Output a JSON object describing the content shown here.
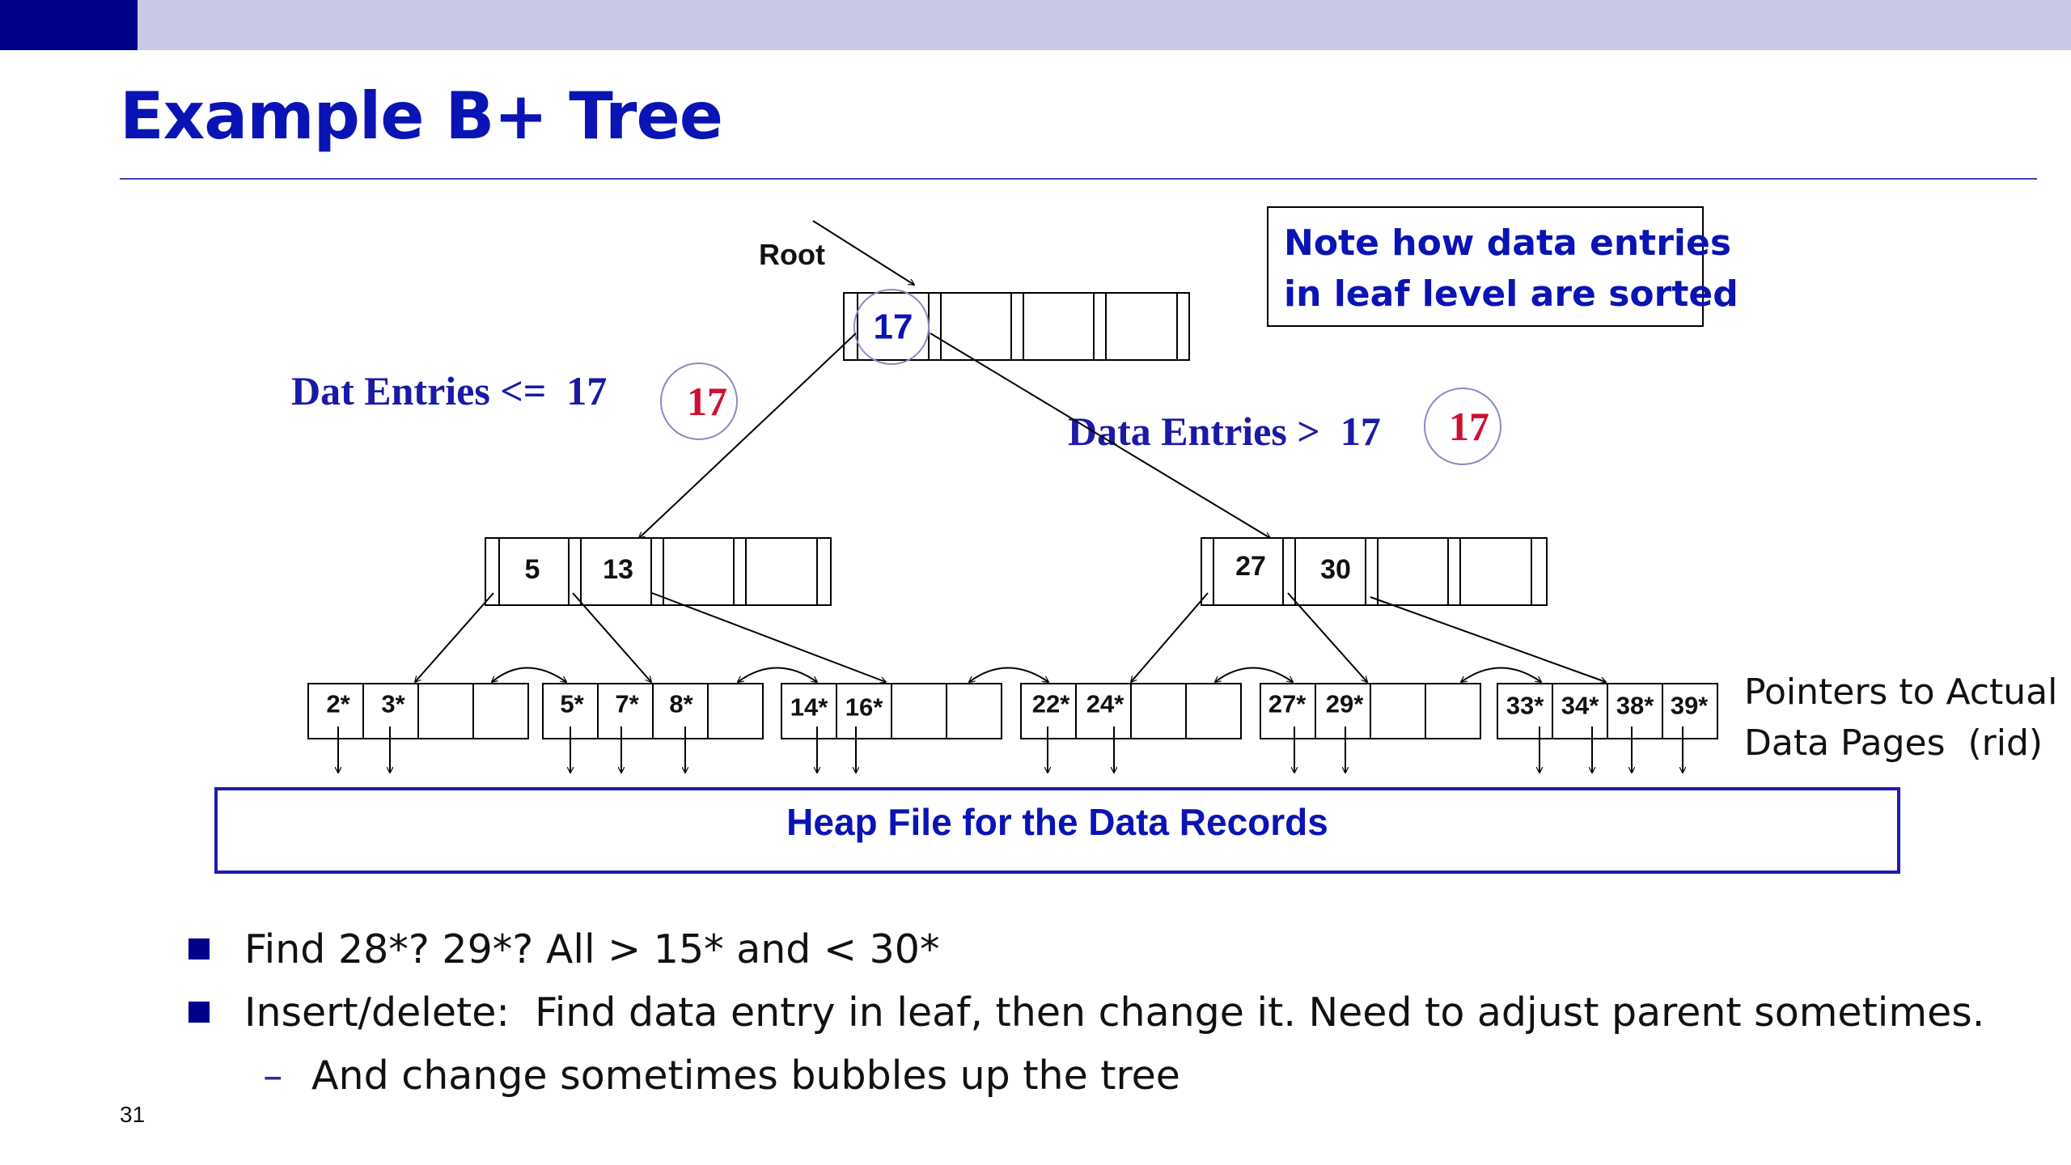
{
  "slide": {
    "title": "Example B+ Tree",
    "page_number": "31"
  },
  "colors": {
    "header_dark": "#00008b",
    "header_light": "#c9c9e6",
    "title_blue": "#0a14b4",
    "serif_blue": "#1a1aa6",
    "red_key": "#cc1133"
  },
  "diagram": {
    "root_label": "Root",
    "root_keys": [
      "17"
    ],
    "left_label": "Dat Entries <=  17",
    "left_circle": "17",
    "right_label": "Data Entries >  17",
    "right_circle": "17",
    "note_lines": [
      "Note how data entries",
      "in leaf level are sorted"
    ],
    "internal_left_keys": [
      "5",
      "13"
    ],
    "internal_right_keys": [
      "27",
      "30"
    ],
    "leaves": [
      [
        "2*",
        "3*"
      ],
      [
        "5*",
        "7*",
        "8*"
      ],
      [
        "14*",
        "16*"
      ],
      [
        "22*",
        "24*"
      ],
      [
        "27*",
        "29*"
      ],
      [
        "33*",
        "34*",
        "38*",
        "39*"
      ]
    ],
    "pointers_lines": [
      "Pointers to Actual",
      "Data Pages  (rid)"
    ],
    "heap_label": "Heap File for the Data Records"
  },
  "bullets": [
    "Find 28*? 29*? All > 15* and < 30*",
    "Insert/delete:  Find data entry in leaf, then change it. Need to adjust parent sometimes."
  ],
  "subbullets": [
    "And change sometimes bubbles up the tree"
  ]
}
